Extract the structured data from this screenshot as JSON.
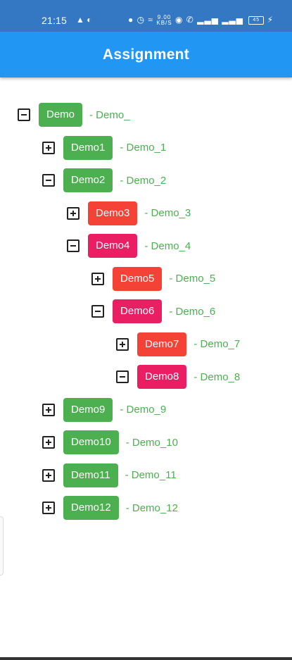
{
  "status_bar": {
    "time": "21:15",
    "left_icons": [
      "snapchat-icon",
      "whatsapp-icon"
    ],
    "speed_value": "9.00",
    "speed_unit": "KB/S",
    "battery_level": "45"
  },
  "app_bar": {
    "title": "Assignment"
  },
  "colors": {
    "status_bar": "#3478c4",
    "app_bar": "#2196f3",
    "chip_green": "#4caf50",
    "chip_red": "#f44336",
    "chip_pink": "#e91e63",
    "description": "#4caf50"
  },
  "tree": [
    {
      "label": "Demo",
      "description": "- Demo_",
      "toggle": "collapse",
      "chip_color": "green",
      "depth": 0
    },
    {
      "label": "Demo1",
      "description": "- Demo_1",
      "toggle": "expand",
      "chip_color": "green",
      "depth": 1
    },
    {
      "label": "Demo2",
      "description": "- Demo_2",
      "toggle": "collapse",
      "chip_color": "green",
      "depth": 1
    },
    {
      "label": "Demo3",
      "description": "- Demo_3",
      "toggle": "expand",
      "chip_color": "red",
      "depth": 2
    },
    {
      "label": "Demo4",
      "description": "- Demo_4",
      "toggle": "collapse",
      "chip_color": "pink",
      "depth": 2
    },
    {
      "label": "Demo5",
      "description": "- Demo_5",
      "toggle": "expand",
      "chip_color": "red",
      "depth": 3
    },
    {
      "label": "Demo6",
      "description": "- Demo_6",
      "toggle": "collapse",
      "chip_color": "pink",
      "depth": 3
    },
    {
      "label": "Demo7",
      "description": "- Demo_7",
      "toggle": "expand",
      "chip_color": "red",
      "depth": 4
    },
    {
      "label": "Demo8",
      "description": "- Demo_8",
      "toggle": "collapse",
      "chip_color": "pink",
      "depth": 4
    },
    {
      "label": "Demo9",
      "description": "- Demo_9",
      "toggle": "expand",
      "chip_color": "green",
      "depth": 1
    },
    {
      "label": "Demo10",
      "description": "- Demo_10",
      "toggle": "expand",
      "chip_color": "green",
      "depth": 1
    },
    {
      "label": "Demo11",
      "description": "- Demo_11",
      "toggle": "expand",
      "chip_color": "green",
      "depth": 1
    },
    {
      "label": "Demo12",
      "description": "- Demo_12",
      "toggle": "expand",
      "chip_color": "green",
      "depth": 1
    }
  ]
}
